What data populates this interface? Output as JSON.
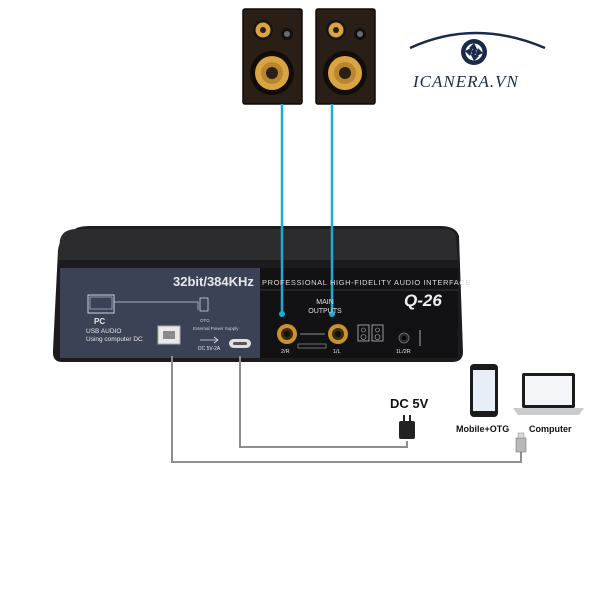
{
  "brand": {
    "text": "ICANERA.VN"
  },
  "device": {
    "spec": "32bit/384KHz",
    "interface_label": "PROFESSIONAL HIGH-FIDELITY AUDIO INTERFACE",
    "model": "Q-26",
    "main_outputs_line1": "MAIN",
    "main_outputs_line2": "OUTPUTS",
    "pc_label": "PC",
    "usb_audio_line1": "USB AUDIO",
    "usb_audio_line2": "Using computer DC",
    "otg_label": "OTG",
    "external_power_label": "External Power Supply",
    "dc_input_label": "DC 5V-2A",
    "jack_2r": "2/R",
    "jack_1l": "1/L",
    "jack_1l2r": "1L/2R"
  },
  "callouts": {
    "dc_5v": "DC 5V",
    "mobile_otg": "Mobile+OTG",
    "computer": "Computer"
  },
  "colors": {
    "cable_cyan": "#1fa9d6",
    "device_body": "#1c1c1e",
    "panel_left": "#3b4256",
    "panel_right": "#121214",
    "jack_gold": "#c8922e",
    "speaker_wood": "#2a1f16",
    "woofer_gold": "#d9a441"
  },
  "icons": [
    "speaker-left-icon",
    "speaker-right-icon",
    "camera-aperture-logo-icon",
    "smartphone-icon",
    "laptop-icon",
    "power-adapter-icon",
    "usb-plug-icon"
  ]
}
